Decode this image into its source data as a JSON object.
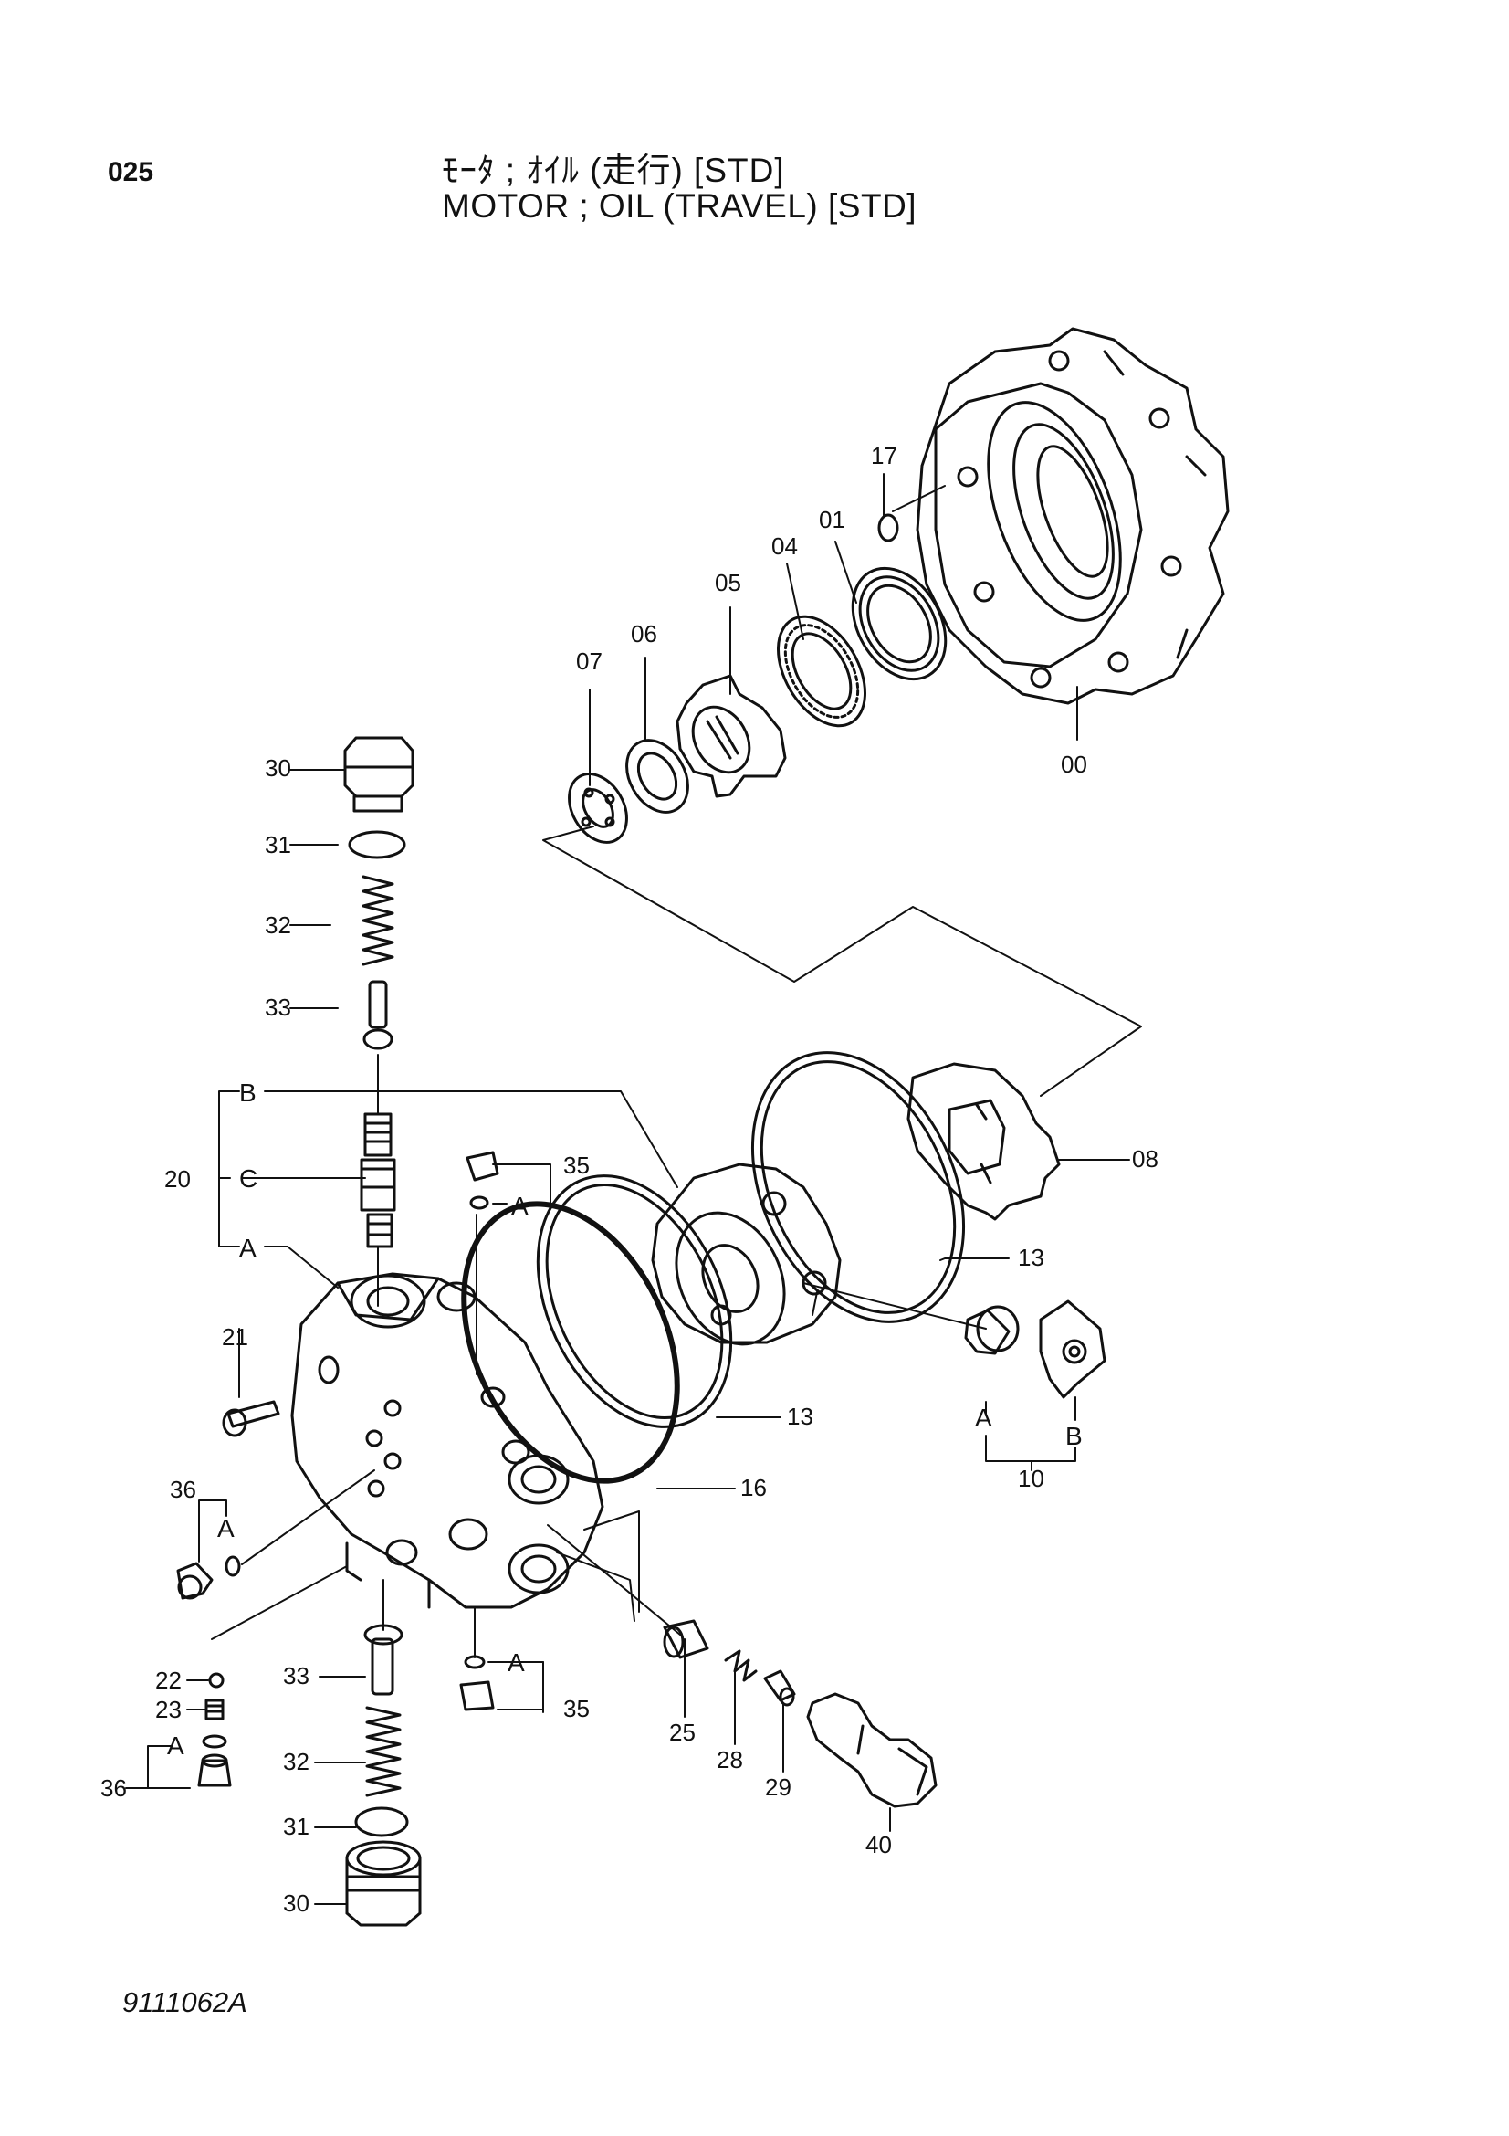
{
  "header": {
    "page_number": "025",
    "title_jp": "ﾓｰﾀ ; ｵｲﾙ (走行) [STD]",
    "title_en": "MOTOR ; OIL (TRAVEL) [STD]"
  },
  "footer": {
    "figure_code": "9111062A"
  },
  "callouts": {
    "p00": "00",
    "p01": "01",
    "p04": "04",
    "p05": "05",
    "p06": "06",
    "p07": "07",
    "p08": "08",
    "p10": "10",
    "p13a": "13",
    "p13b": "13",
    "p16": "16",
    "p17": "17",
    "p20": "20",
    "p21": "21",
    "p22": "22",
    "p23": "23",
    "p25": "25",
    "p28": "28",
    "p29": "29",
    "p30a": "30",
    "p30b": "30",
    "p31a": "31",
    "p31b": "31",
    "p32a": "32",
    "p32b": "32",
    "p33a": "33",
    "p33b": "33",
    "p35a": "35",
    "p35b": "35",
    "p36a": "36",
    "p36b": "36",
    "p40": "40"
  },
  "letters": {
    "b20": "B",
    "c20": "C",
    "a20": "A",
    "a35a": "A",
    "a35b": "A",
    "a36a": "A",
    "a36b": "A",
    "a10": "A",
    "b10": "B"
  }
}
